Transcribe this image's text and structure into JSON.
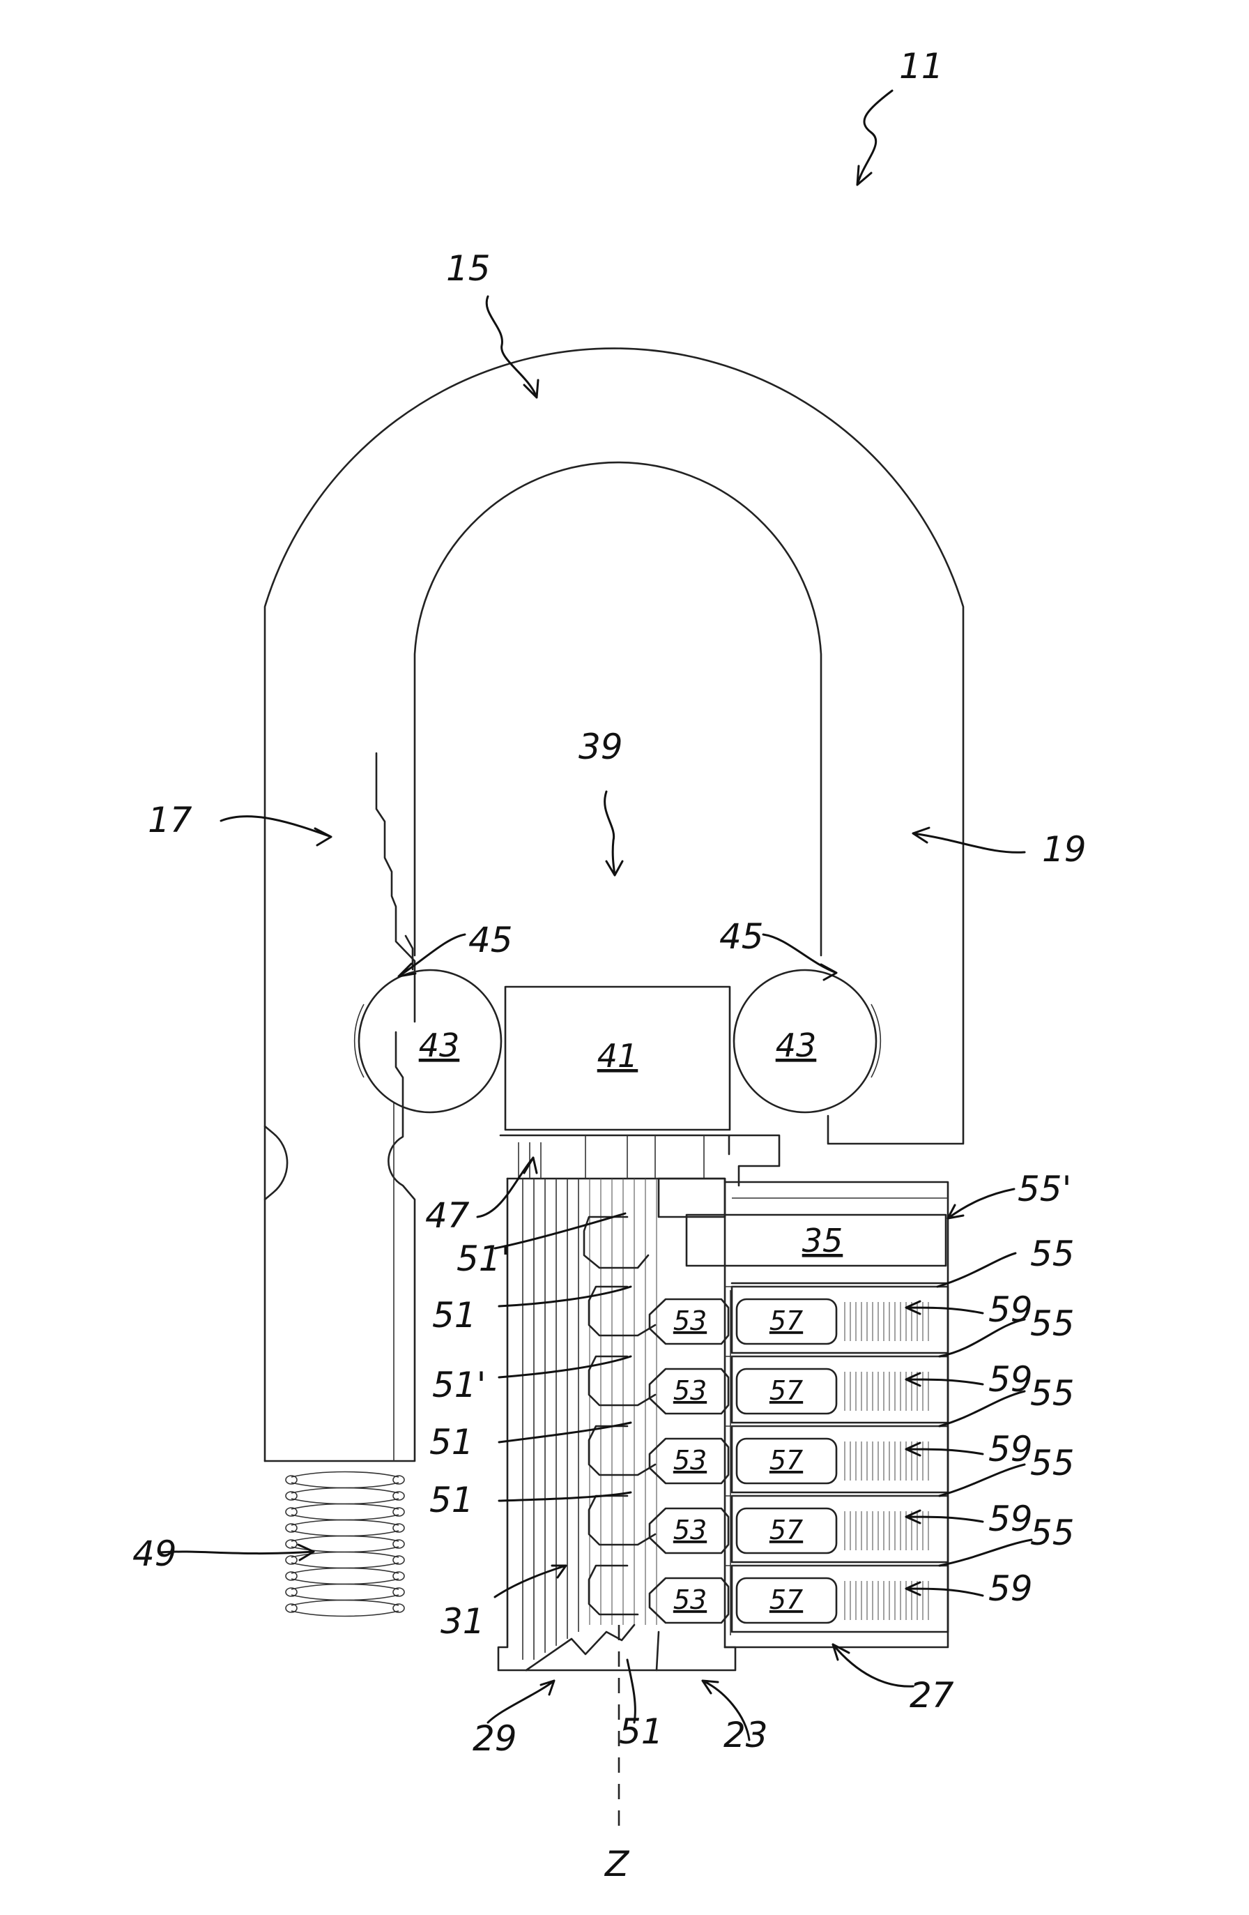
{
  "labels": {
    "lock": "11",
    "shackle": "15",
    "left_leg": "17",
    "right_leg": "19",
    "housing": "23",
    "dial_block": "27",
    "base": "29",
    "shaft": "31",
    "slider": "35",
    "space": "39",
    "blocker": "41",
    "ball_left": "43",
    "ball_right": "43",
    "notch_left": "45",
    "notch_right": "45",
    "pin": "47",
    "spring": "49",
    "ring_top": "51'",
    "ring_1": "51",
    "ring_2": "51'",
    "ring_3": "51",
    "ring_4": "51",
    "ring_bottom": "51",
    "wheel_53": "53",
    "wheel_57": "57",
    "wheel_59": "59",
    "wheel_55": "55",
    "plate_top": "55'",
    "axis": "Z"
  }
}
